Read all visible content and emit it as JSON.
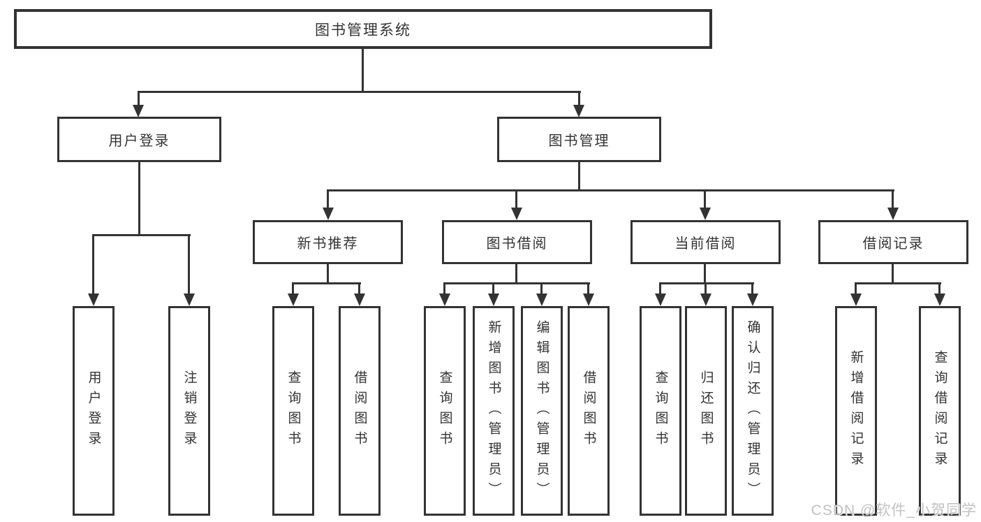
{
  "nodes": {
    "root": {
      "label": "图书管理系统"
    },
    "level2": [
      {
        "label": "用户登录"
      },
      {
        "label": "图书管理"
      }
    ],
    "user_login_children": [
      {
        "label": "用户登录"
      },
      {
        "label": "注销登录"
      }
    ],
    "book_mgmt_children": [
      {
        "label": "新书推荐"
      },
      {
        "label": "图书借阅"
      },
      {
        "label": "当前借阅"
      },
      {
        "label": "借阅记录"
      }
    ],
    "new_book_rec_children": [
      {
        "label": "查询图书"
      },
      {
        "label": "借阅图书"
      }
    ],
    "book_borrow_children": [
      {
        "label": "查询图书"
      },
      {
        "label": "新增图书（管理员）"
      },
      {
        "label": "编辑图书（管理员）"
      },
      {
        "label": "借阅图书"
      }
    ],
    "current_borrow_children": [
      {
        "label": "查询图书"
      },
      {
        "label": "归还图书"
      },
      {
        "label": "确认归还（管理员）"
      }
    ],
    "borrow_record_children": [
      {
        "label": "新增借阅记录"
      },
      {
        "label": "查询借阅记录"
      }
    ]
  },
  "watermark": {
    "text": "CSDN @软件_小贺同学"
  },
  "colors": {
    "line": "#333333",
    "node_border": "#333333",
    "node_fill": "#ffffff",
    "node_text": "#333333",
    "watermark_text": "#c2c2c2",
    "background": "#ffffff"
  }
}
